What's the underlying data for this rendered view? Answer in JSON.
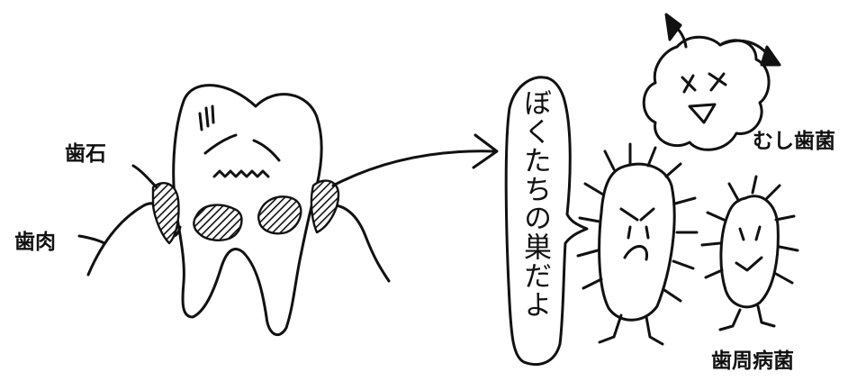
{
  "labels": {
    "tartar": "歯石",
    "gum": "歯肉",
    "cavity_bacteria": "むし歯菌",
    "periodontal_bacteria": "歯周病菌"
  },
  "speech_bubble": {
    "text": "ぼくたちの巣だよ"
  },
  "colors": {
    "ink": "#111111",
    "background": "#ffffff"
  }
}
